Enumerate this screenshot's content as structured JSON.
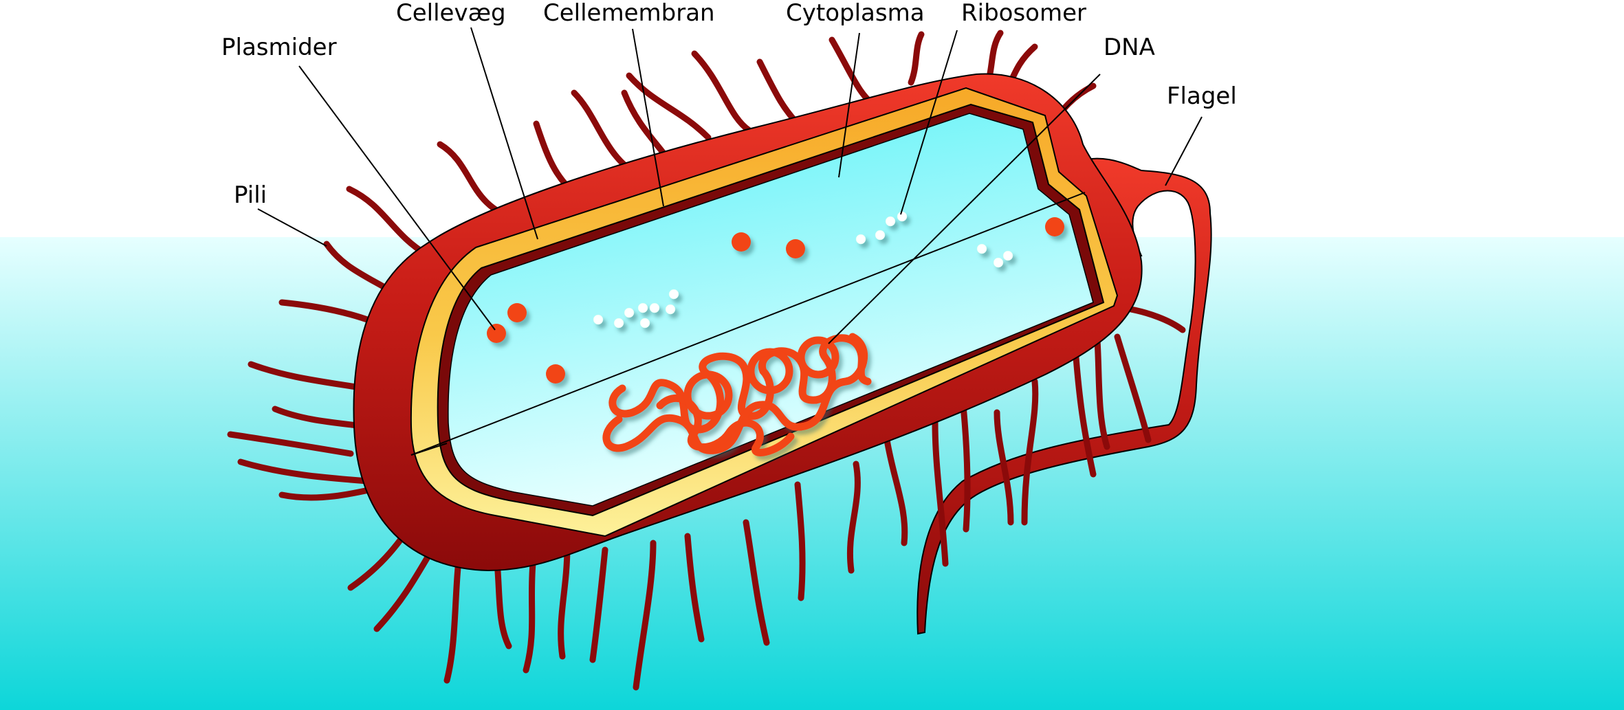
{
  "labels": {
    "cellevaeg": "Cellevæg",
    "cellemembran": "Cellemembran",
    "cytoplasma": "Cytoplasma",
    "ribosomer": "Ribosomer",
    "plasmider": "Plasmider",
    "dna": "DNA",
    "flagel": "Flagel",
    "pili": "Pili"
  },
  "colors": {
    "background_top": "#ffffff",
    "water_top": "#e6ffff",
    "water_bottom": "#0dd6d9",
    "capsule_outer": "#e8392a",
    "capsule_dark": "#8b0a0a",
    "pili": "#8b0a0a",
    "cell_wall": "#f7b733",
    "cell_wall_light": "#fbe97a",
    "membrane": "#7a0909",
    "cytoplasm_top": "#5cf2f7",
    "cytoplasm_bottom": "#e6ffff",
    "plasmid": "#f24414",
    "dna": "#f24414",
    "ribosome": "#ffffff"
  }
}
